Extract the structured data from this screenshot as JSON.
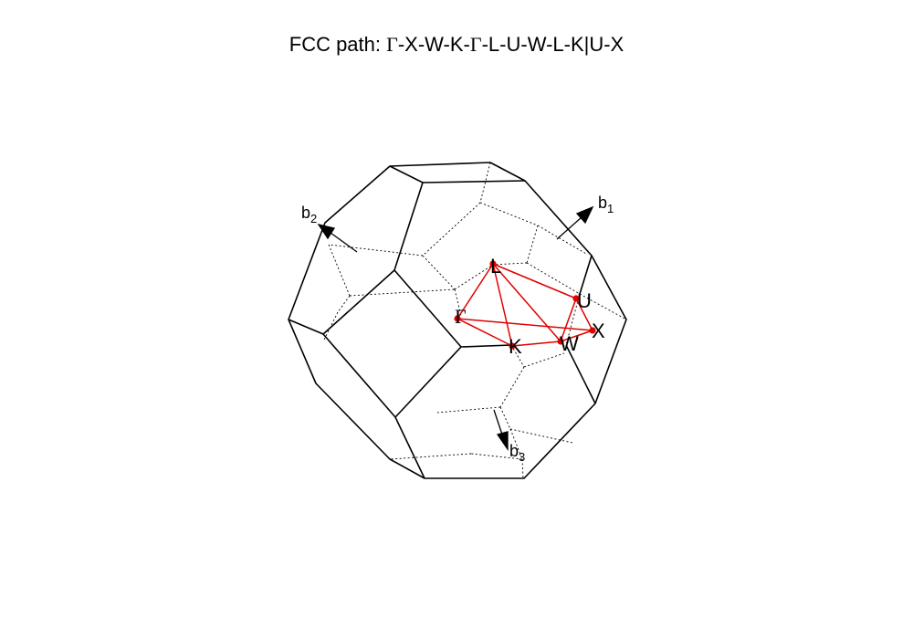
{
  "title": {
    "lead": "FCC  path: ",
    "gamma1": "Γ",
    "seg1": "-X-W-K-",
    "gamma2": "Γ",
    "seg2": "-L-U-W-L-K|U-X"
  },
  "colors": {
    "edge": "#000000",
    "path": "#e00000"
  },
  "points": {
    "gamma": "Γ",
    "L": "L",
    "U": "U",
    "X": "X",
    "W": "W",
    "K": "K"
  },
  "axes": {
    "b1": {
      "base": "b",
      "sub": "1"
    },
    "b2": {
      "base": "b",
      "sub": "2"
    },
    "b3": {
      "base": "b",
      "sub": "3"
    }
  }
}
